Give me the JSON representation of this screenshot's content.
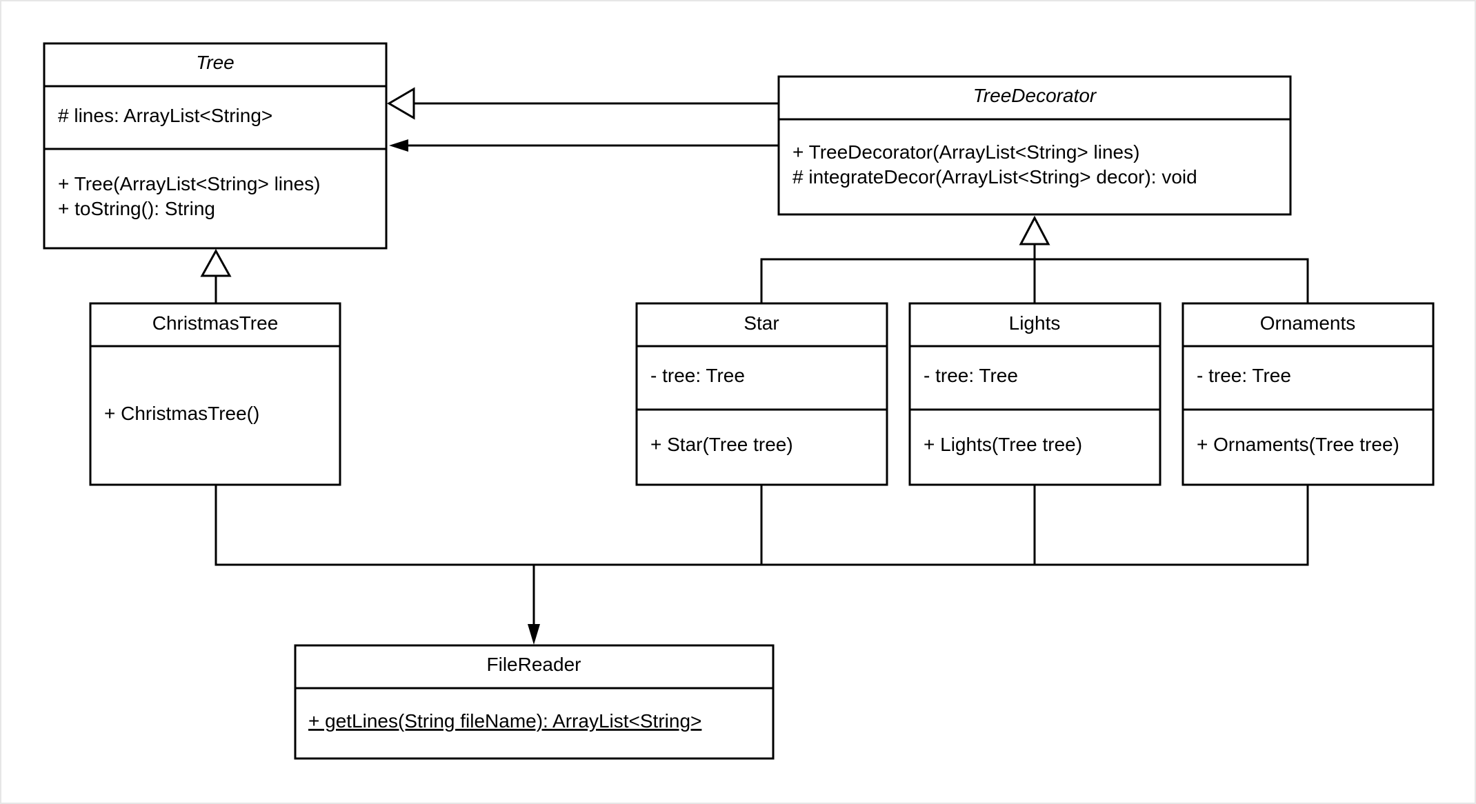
{
  "classes": {
    "tree": {
      "name": "Tree",
      "abstract": true,
      "attributes": [
        "# lines: ArrayList<String>"
      ],
      "methods": [
        "+ Tree(ArrayList<String> lines)",
        "+ toString(): String"
      ]
    },
    "tree_decorator": {
      "name": "TreeDecorator",
      "abstract": true,
      "methods": [
        "+ TreeDecorator(ArrayList<String> lines)",
        "# integrateDecor(ArrayList<String> decor): void"
      ]
    },
    "christmas_tree": {
      "name": "ChristmasTree",
      "methods": [
        "+ ChristmasTree()"
      ]
    },
    "star": {
      "name": "Star",
      "attributes": [
        "- tree: Tree"
      ],
      "methods": [
        "+ Star(Tree tree)"
      ]
    },
    "lights": {
      "name": "Lights",
      "attributes": [
        "- tree: Tree"
      ],
      "methods": [
        "+ Lights(Tree tree)"
      ]
    },
    "ornaments": {
      "name": "Ornaments",
      "attributes": [
        "- tree: Tree"
      ],
      "methods": [
        "+ Ornaments(Tree tree)"
      ]
    },
    "file_reader": {
      "name": "FileReader",
      "methods": [
        "+ getLines(String fileName): ArrayList<String>"
      ]
    }
  },
  "relationships": [
    {
      "from": "TreeDecorator",
      "to": "Tree",
      "type": "generalization"
    },
    {
      "from": "TreeDecorator",
      "to": "Tree",
      "type": "association"
    },
    {
      "from": "ChristmasTree",
      "to": "Tree",
      "type": "generalization"
    },
    {
      "from": "Star",
      "to": "TreeDecorator",
      "type": "generalization"
    },
    {
      "from": "Lights",
      "to": "TreeDecorator",
      "type": "generalization"
    },
    {
      "from": "Ornaments",
      "to": "TreeDecorator",
      "type": "generalization"
    },
    {
      "from": "ChristmasTree",
      "to": "FileReader",
      "type": "association"
    },
    {
      "from": "Star",
      "to": "FileReader",
      "type": "association"
    },
    {
      "from": "Lights",
      "to": "FileReader",
      "type": "association"
    },
    {
      "from": "Ornaments",
      "to": "FileReader",
      "type": "association"
    }
  ]
}
